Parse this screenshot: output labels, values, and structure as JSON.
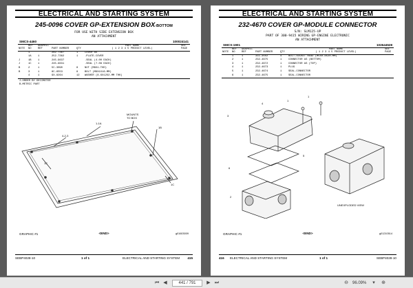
{
  "left_page": {
    "system_title": "ELECTRICAL AND STARTING SYSTEM",
    "part_title": "245-0096 COVER GP-EXTENSION BOX",
    "part_title_suffix": "-BOTTOM",
    "subtitle_lines": [
      "FOR USE WITH SIDE EXTENSION BOX",
      "AN ATTACHMENT"
    ],
    "smcs": "SMCS-4460",
    "page_id": "100024141",
    "headers": {
      "note": "NOTE",
      "ref": "REF\nNO",
      "graphic": "GRAPHIC\nREF",
      "part_number": "PART NUMBER",
      "qty": "QTY",
      "part_name": "PART NAME\n( 1 2 3 4 5 PRODUCT LEVEL)",
      "see_page": "SEE\nPAGE"
    },
    "rows": [
      {
        "note": "",
        "ref": "1",
        "graphic": "",
        "part_number": "282-7367",
        "qty": "1",
        "name": "COVER AS"
      },
      {
        "note": "",
        "ref": "1A",
        "graphic": "1",
        "part_number": "252-7362",
        "qty": "1",
        "name": ".PLATE-COVER"
      },
      {
        "note": "J",
        "ref": "1B",
        "graphic": "1",
        "part_number": "245-9637",
        "qty": "",
        "name": ".SEAL (4.00 EACH)"
      },
      {
        "note": "J",
        "ref": "1C",
        "graphic": "1",
        "part_number": "245-9631",
        "qty": "",
        "name": ".SEAL (7.08 EACH)"
      },
      {
        "note": "B",
        "ref": "2",
        "graphic": "1",
        "part_number": "5C-3090",
        "qty": "8",
        "name": "NUT (M8X1-THD)"
      },
      {
        "note": "B",
        "ref": "3",
        "graphic": "1",
        "part_number": "8C-6553",
        "qty": "8",
        "name": "BOLT (M8X1X16-MM)"
      },
      {
        "note": "",
        "ref": "4",
        "graphic": "1",
        "part_number": "9X-8264",
        "qty": "12",
        "name": "WASHER (8.6X12X2-MM THK)"
      }
    ],
    "notes": [
      "J-ORDER BY DECIMETER",
      "B-METRIC PART"
    ],
    "callouts": {
      "mounts": "MOUNTS\nTO BOX",
      "c1a": "1-1A",
      "c1b": "1B",
      "c1c": "1C",
      "c423": "4-2-3"
    },
    "graphic_label": "GRAPHIC #1",
    "end_label": "<END>",
    "graphic_number": "g01603009",
    "footer": {
      "doc": "SEBP4028-10",
      "page_of": "1 of 1",
      "system": "ELECTRICAL AND STARTING SYSTEM",
      "page_num": "415"
    }
  },
  "right_page": {
    "system_title": "ELECTRICAL AND STARTING SYSTEM",
    "part_title": "232-4670 COVER GP-MODULE CONNECTOR",
    "subtitle_lines": [
      "S/N: SLM125-UP",
      "PART OF 300-9415 WIRING GP-ENGINE ELECTRONIC",
      "AN ATTACHMENT"
    ],
    "smcs": "SMCS-1901",
    "page_id": "102644528",
    "headers": {
      "note": "NOTE",
      "ref": "REF\nNO",
      "graphic": "GRAPHIC\nREF",
      "part_number": "PART NUMBER",
      "qty": "QTY",
      "part_name": "PART NAME\n( 1 2 3 4 5 PRODUCT LEVEL)",
      "see_page": "SEE\nPAGE"
    },
    "rows": [
      {
        "note": "",
        "ref": "1",
        "graphic": "1",
        "part_number": "311-3502",
        "qty": "4",
        "name": "BOLT-SOCKET HEAD (M5X0.8X20-MM)"
      },
      {
        "note": "",
        "ref": "2",
        "graphic": "1",
        "part_number": "232-4675",
        "qty": "1",
        "name": "CONNECTOR AS (BOTTOM)"
      },
      {
        "note": "",
        "ref": "3",
        "graphic": "1",
        "part_number": "232-4672",
        "qty": "1",
        "name": "CONNECTOR AS (TOP)"
      },
      {
        "note": "",
        "ref": "4",
        "graphic": "1",
        "part_number": "232-4673",
        "qty": "1",
        "name": "PLUG"
      },
      {
        "note": "",
        "ref": "5",
        "graphic": "1",
        "part_number": "232-4674",
        "qty": "1",
        "name": "SEAL-CONNECTOR"
      },
      {
        "note": "",
        "ref": "6",
        "graphic": "1",
        "part_number": "232-4675",
        "qty": "1",
        "name": "SEAL-CONNECTOR"
      }
    ],
    "callouts": {
      "unexploded": "UNEXPLODED VIEW"
    },
    "graphic_label": "GRAPHIC #1",
    "end_label": "<END>",
    "graphic_number": "g01210514",
    "footer": {
      "page_num": "416",
      "system": "ELECTRICAL AND STARTING SYSTEM",
      "page_of": "1 of 1",
      "doc": "SEBP4028-10"
    }
  },
  "toolbar": {
    "page_field": "441 / 791",
    "zoom": "96.09%",
    "icons": [
      "first-page-icon",
      "prev-page-icon",
      "next-page-icon",
      "last-page-icon",
      "zoom-out-icon",
      "zoom-in-icon",
      "zoom-dropdown-icon"
    ]
  }
}
